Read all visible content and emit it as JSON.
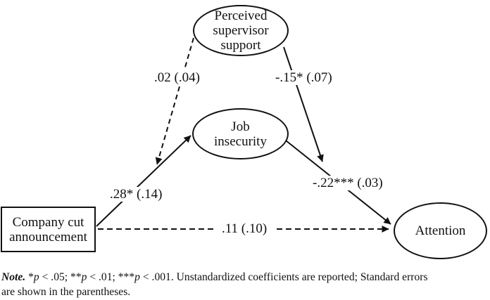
{
  "colors": {
    "ink": "#111111",
    "background": "#ffffff"
  },
  "diagram": {
    "nodes": {
      "pss": {
        "label": "Perceived\nsupervisor\nsupport",
        "shape": "ellipse"
      },
      "job": {
        "label": "Job\ninsecurity",
        "shape": "ellipse"
      },
      "announcement": {
        "label": "Company cut\nannouncement",
        "shape": "rectangle"
      },
      "attention": {
        "label": "Attention",
        "shape": "ellipse"
      }
    },
    "edges": [
      {
        "id": "a-path",
        "from": "announcement",
        "to": "job",
        "style": "solid",
        "label": ".28* (.14)"
      },
      {
        "id": "b-path",
        "from": "job",
        "to": "attention",
        "style": "solid",
        "label": "-.22*** (.03)"
      },
      {
        "id": "direct-path",
        "from": "announcement",
        "to": "attention",
        "style": "dashed",
        "label": ".11 (.10)"
      },
      {
        "id": "moderation-a",
        "from": "pss",
        "to": "a-path",
        "style": "dashed",
        "label": ".02 (.04)"
      },
      {
        "id": "moderation-b",
        "from": "pss",
        "to": "b-path",
        "style": "solid",
        "label": "-.15* (.07)"
      }
    ]
  },
  "note": {
    "lines": [
      [
        {
          "text": "Note.",
          "bold": true,
          "italic": true
        },
        {
          "text": " *"
        },
        {
          "text": "p",
          "italic": true
        },
        {
          "text": " < .05; **"
        },
        {
          "text": "p",
          "italic": true
        },
        {
          "text": " < .01; ***"
        },
        {
          "text": "p",
          "italic": true
        },
        {
          "text": " < .001. Unstandardized coefficients are reported; Standard errors"
        }
      ],
      [
        {
          "text": "are shown in the parentheses."
        }
      ]
    ]
  }
}
